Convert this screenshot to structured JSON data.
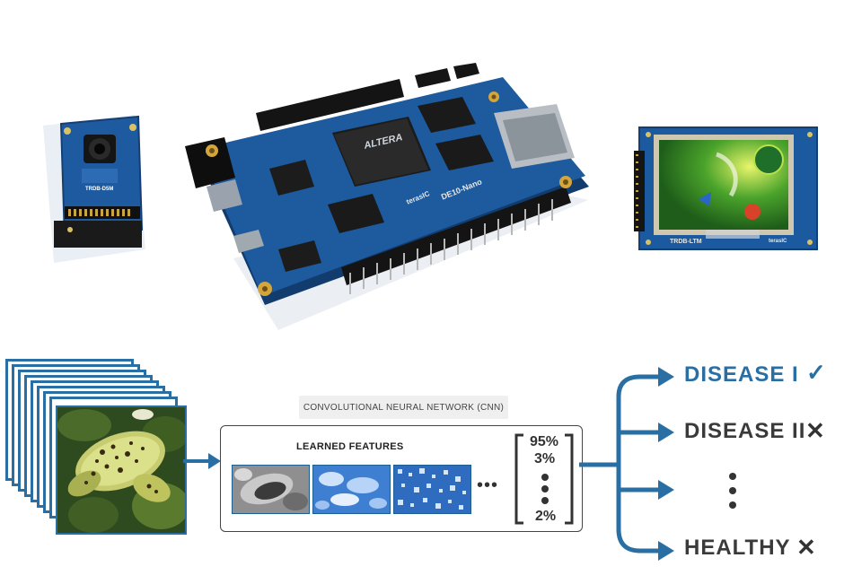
{
  "hardware": {
    "camera_module": {
      "board_label": "TRDB-D5M"
    },
    "fpga_board": {
      "brand_label": "ALTERA",
      "board_label": "DE10-Nano",
      "maker_label": "terasIC"
    },
    "lcd_module": {
      "board_label": "TRDB-LTM",
      "maker_label": "terasIC"
    }
  },
  "diagram": {
    "cnn_title": "CONVOLUTIONAL NEURAL NETWORK (CNN)",
    "learned_features_label": "LEARNED FEATURES",
    "ellipsis": "•••",
    "probabilities": [
      "95%",
      "3%",
      "2%"
    ],
    "outputs": [
      {
        "label": "DISEASE I",
        "mark": "✓"
      },
      {
        "label": "DISEASE II",
        "mark": "✕"
      },
      {
        "label": "HEALTHY",
        "mark": "✕"
      }
    ],
    "colors": {
      "accent": "#2a6fa4",
      "text_dark": "#333333",
      "board": "#1d5a9e"
    }
  }
}
